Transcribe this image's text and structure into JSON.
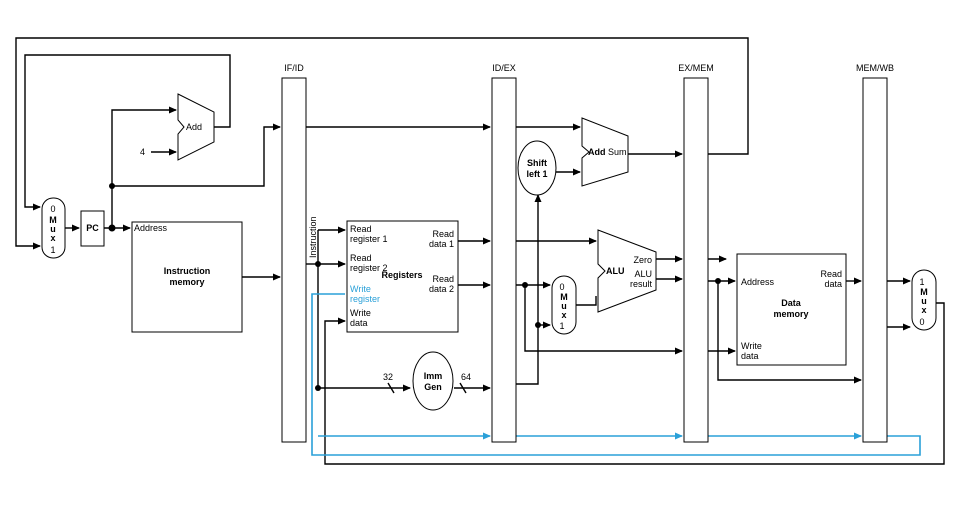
{
  "pipeline_registers": {
    "if_id": "IF/ID",
    "id_ex": "ID/EX",
    "ex_mem": "EX/MEM",
    "mem_wb": "MEM/WB"
  },
  "pc": "PC",
  "pc_mux": {
    "top": "0",
    "l1": "M",
    "l2": "u",
    "l3": "x",
    "bottom": "1"
  },
  "pc_adder": {
    "label": "Add",
    "const": "4"
  },
  "instruction_memory": {
    "address": "Address",
    "title1": "Instruction",
    "title2": "memory"
  },
  "instruction_label": "Instruction",
  "registers": {
    "read_register_1a": "Read",
    "read_register_1b": "register 1",
    "read_register_2a": "Read",
    "read_register_2b": "register 2",
    "write_register_a": "Write",
    "write_register_b": "register",
    "write_data_a": "Write",
    "write_data_b": "data",
    "read_data_1a": "Read",
    "read_data_1b": "data 1",
    "read_data_2a": "Read",
    "read_data_2b": "data 2",
    "title": "Registers"
  },
  "imm_gen": {
    "line1": "Imm",
    "line2": "Gen",
    "in_width": "32",
    "out_width": "64"
  },
  "shift": {
    "line1": "Shift",
    "line2": "left 1"
  },
  "branch_adder": {
    "label": "Add",
    "sum": "Sum"
  },
  "alu_mux": {
    "top": "0",
    "l1": "M",
    "l2": "u",
    "l3": "x",
    "bottom": "1"
  },
  "alu": {
    "label": "ALU",
    "zero": "Zero",
    "result1": "ALU",
    "result2": "result"
  },
  "data_memory": {
    "address": "Address",
    "read1": "Read",
    "read2": "data",
    "title1": "Data",
    "title2": "memory",
    "write1": "Write",
    "write2": "data"
  },
  "wb_mux": {
    "top": "1",
    "l1": "M",
    "l2": "u",
    "l3": "x",
    "bottom": "0"
  },
  "colors": {
    "wire": "#000000",
    "write_register_path": "#2aa0d8"
  }
}
